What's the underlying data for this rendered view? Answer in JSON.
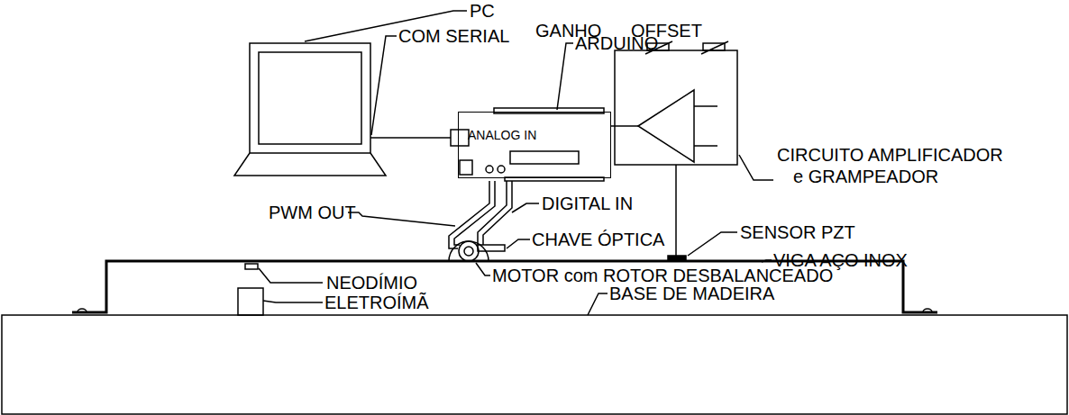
{
  "diagram": {
    "nodes": [
      {
        "text": [
          "ANALOG IN"
        ]
      }
    ],
    "labels": [
      "PC",
      "COM SERIAL",
      "ARDUINO",
      "GANHO",
      "OFFSET",
      "CIRCUITO AMPLIFICADOR e GRAMPEADOR",
      "PWM OUT",
      "DIGITAL IN",
      "CHAVE ÓPTICA",
      "SENSOR PZT",
      "VIGA AÇO INOX",
      "NEODÍMIO",
      "MOTOR com ROTOR DESBALANCEADO",
      "ELETROÍMÃ",
      "BASE DE MADEIRA"
    ]
  }
}
